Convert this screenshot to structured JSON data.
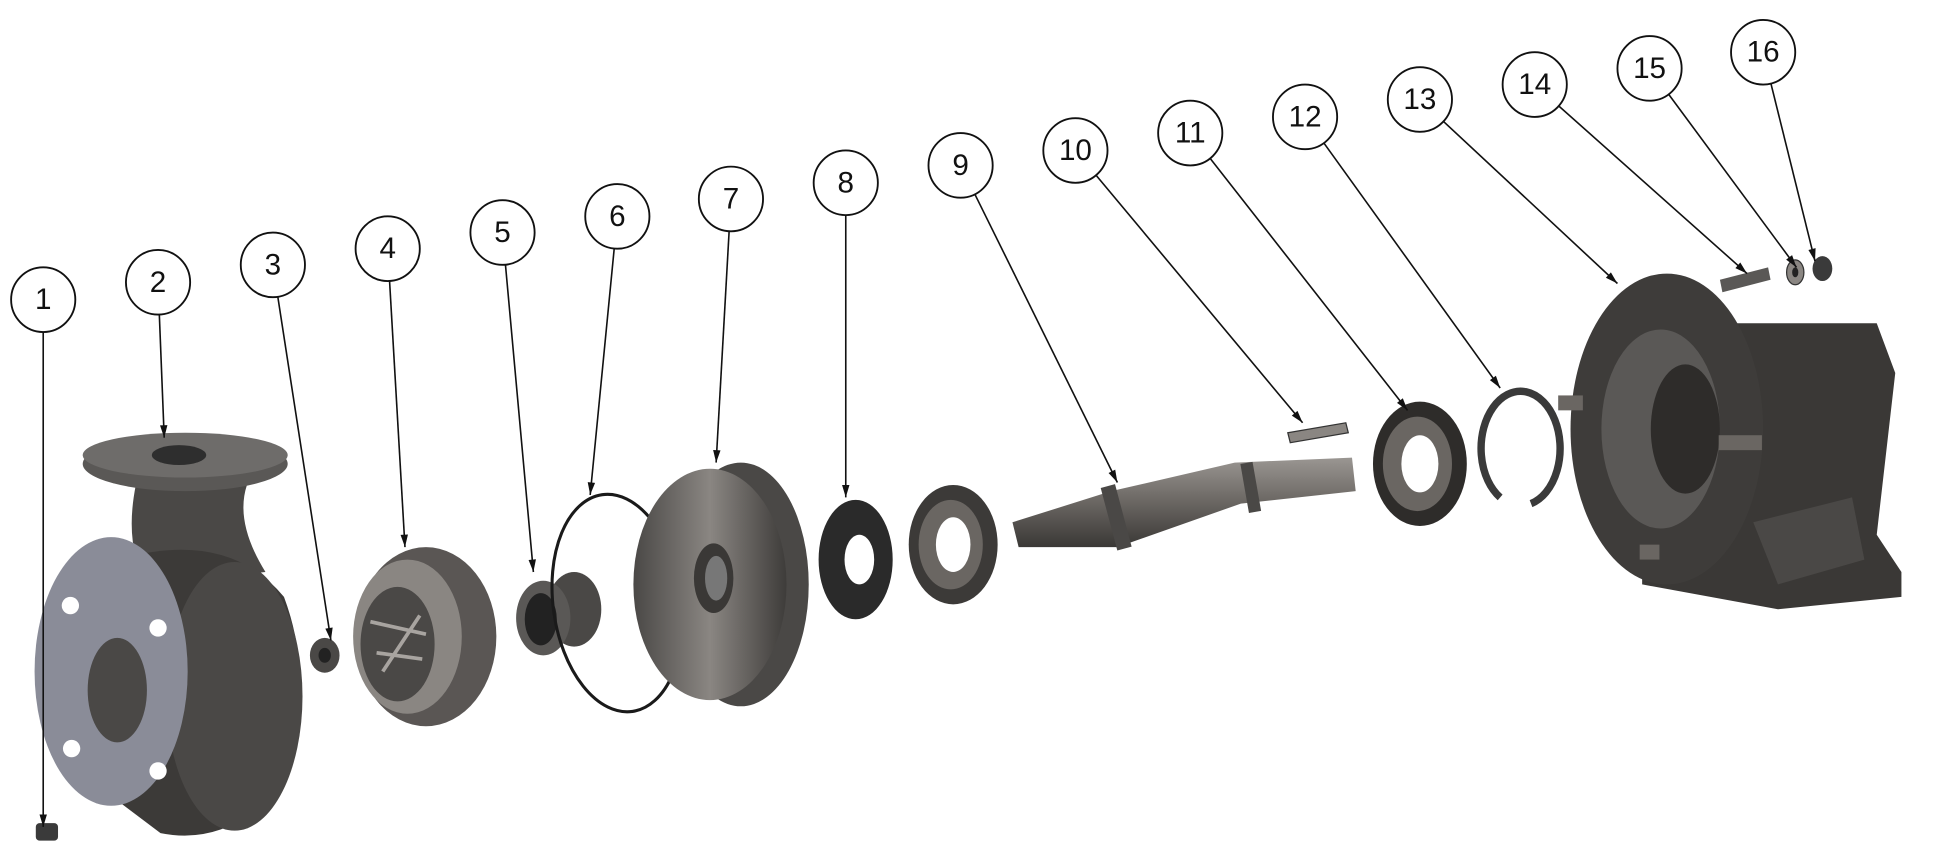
{
  "diagram": {
    "type": "exploded-view",
    "balloons": [
      "1",
      "2",
      "3",
      "4",
      "5",
      "6",
      "7",
      "8",
      "9",
      "10",
      "11",
      "12",
      "13",
      "14",
      "15",
      "16"
    ],
    "colors": {
      "part_dark": "#3a3a3a",
      "part_mid": "#6e6a66",
      "part_light": "#a8a4a0",
      "flange_face": "#8a8c98",
      "leader": "#111111"
    }
  }
}
